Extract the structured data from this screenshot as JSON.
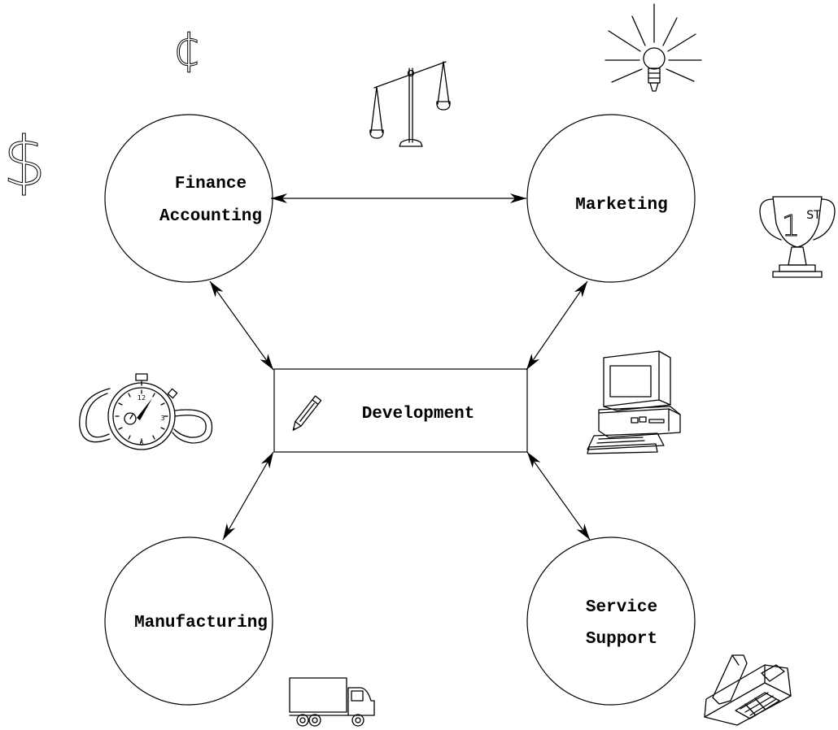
{
  "diagram": {
    "nodes": [
      {
        "id": "finance",
        "shape": "circle",
        "label_lines": [
          "Finance",
          "Accounting"
        ]
      },
      {
        "id": "marketing",
        "shape": "circle",
        "label_lines": [
          "Marketing"
        ]
      },
      {
        "id": "development",
        "shape": "rectangle",
        "label_lines": [
          "Development"
        ]
      },
      {
        "id": "manufacturing",
        "shape": "circle",
        "label_lines": [
          "Manufacturing"
        ]
      },
      {
        "id": "service",
        "shape": "circle",
        "label_lines": [
          "Service",
          "Support"
        ]
      }
    ],
    "edges": [
      {
        "from": "finance",
        "to": "marketing",
        "arrows": "both"
      },
      {
        "from": "finance",
        "to": "development",
        "arrows": "both"
      },
      {
        "from": "marketing",
        "to": "development",
        "arrows": "both"
      },
      {
        "from": "development",
        "to": "manufacturing",
        "arrows": "both"
      },
      {
        "from": "development",
        "to": "service",
        "arrows": "both"
      }
    ]
  },
  "icons": {
    "cent_glyph": "¢",
    "dollar_glyph": "$",
    "trophy_number": "1",
    "trophy_suffix": "ST",
    "stopwatch_numbers": [
      "12",
      "3",
      "6"
    ],
    "names": [
      "cent-icon",
      "dollar-icon",
      "scales-icon",
      "lightbulb-icon",
      "trophy-icon",
      "stopwatch-icon",
      "pencil-icon",
      "computer-icon",
      "truck-icon",
      "telephone-icon"
    ]
  }
}
